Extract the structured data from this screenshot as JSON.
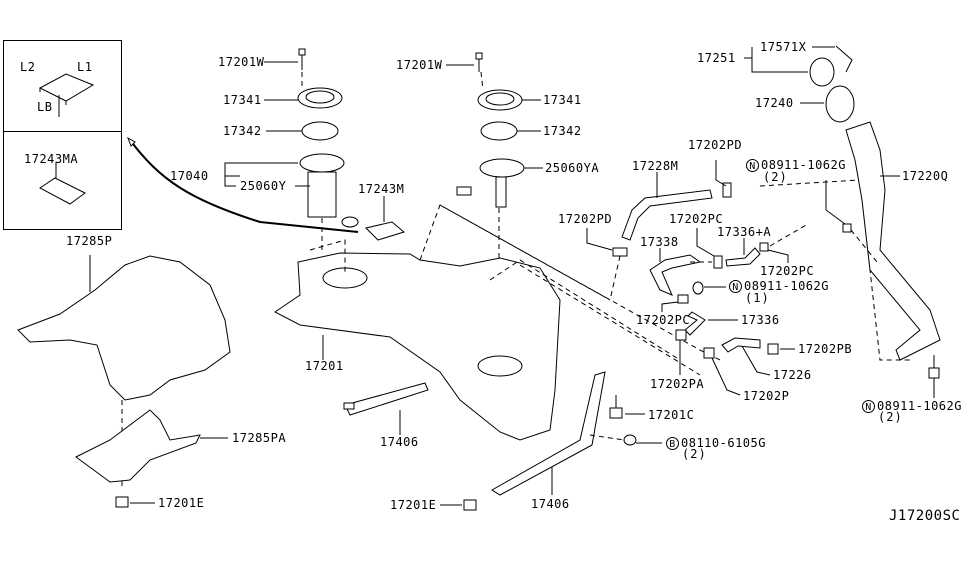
{
  "diagram": {
    "title_code": "J17200SC",
    "inset": {
      "dimension_labels": [
        "L2",
        "L1",
        "LB"
      ],
      "part": "17243MA"
    },
    "labels": {
      "p17201W_left": "17201W",
      "p17341_left": "17341",
      "p17342_left": "17342",
      "p17040": "17040",
      "p25060Y": "25060Y",
      "p17243M": "17243M",
      "p17201W_right": "17201W",
      "p17341_right": "17341",
      "p17342_right": "17342",
      "p25060YA": "25060YA",
      "p17251": "17251",
      "p17571X": "17571X",
      "p17240": "17240",
      "p17220Q": "17220Q",
      "p17202PD_top": "17202PD",
      "p17228M": "17228M",
      "n08911_top": "08911-1062G",
      "n08911_top_qty": "(2)",
      "p17202PD_left": "17202PD",
      "p17202PC_top": "17202PC",
      "p17338": "17338",
      "p17336A": "17336+A",
      "p17202PC_right": "17202PC",
      "n08911_mid": "08911-1062G",
      "n08911_mid_qty": "(1)",
      "p17202PC_low": "17202PC",
      "p17336": "17336",
      "p17202PB": "17202PB",
      "p17202PA": "17202PA",
      "p17226": "17226",
      "p17202P": "17202P",
      "n08911_bottom": "08911-1062G",
      "n08911_bottom_qty": "(2)",
      "p17285P": "17285P",
      "p17285PA": "17285PA",
      "p17201E_left": "17201E",
      "p17201": "17201",
      "p17406_left": "17406",
      "p17201C": "17201C",
      "b08110": "08110-6105G",
      "b08110_qty": "(2)",
      "p17406_right": "17406",
      "p17201E_right": "17201E"
    },
    "markers": {
      "nut": "N",
      "bolt": "B"
    }
  }
}
